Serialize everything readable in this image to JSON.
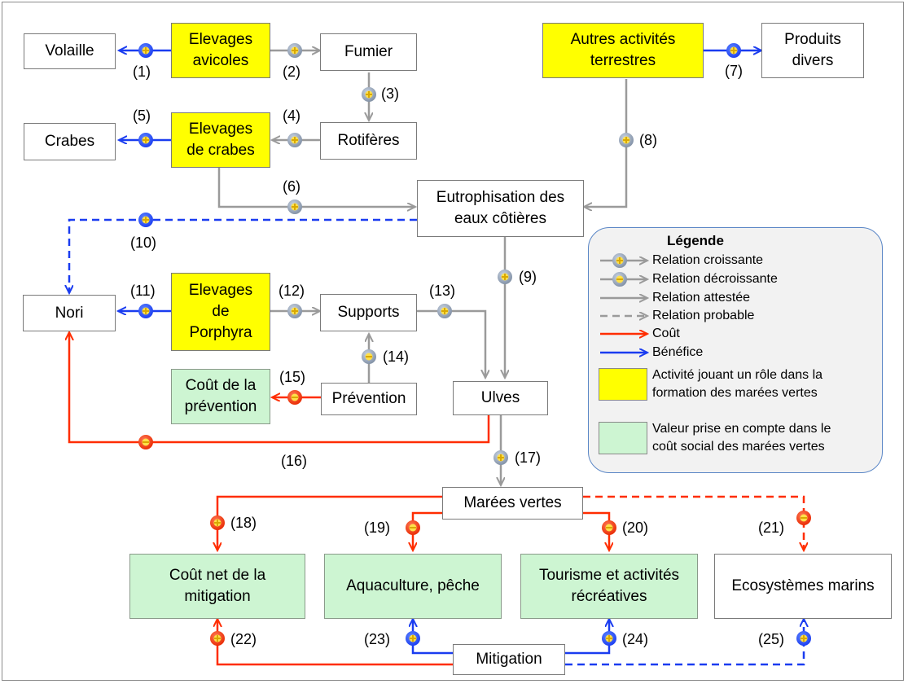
{
  "colors": {
    "activity": "#ffff00",
    "social_cost": "#cdf5d2",
    "cost": "#ff2d00",
    "benefit": "#1a3cf0",
    "relation": "#9a9a9a"
  },
  "nodes": {
    "volaille": "Volaille",
    "elevages_avicoles": "Elevages\navicoles",
    "fumier": "Fumier",
    "autres_activites": "Autres activités\nterrestres",
    "produits_divers": "Produits\ndivers",
    "crabes": "Crabes",
    "elevages_crabes": "Elevages\nde crabes",
    "rotiferes": "Rotifères",
    "eutrophisation": "Eutrophisation des\neaux côtières",
    "nori": "Nori",
    "elevages_porphyra": "Elevages\nde\nPorphyra",
    "supports": "Supports",
    "cout_prevention": "Coût de la\nprévention",
    "prevention": "Prévention",
    "ulves": "Ulves",
    "marees_vertes": "Marées vertes",
    "cout_mitigation": "Coût net de la\nmitigation",
    "aquaculture": "Aquaculture, pêche",
    "tourisme": "Tourisme et activités\nrécréatives",
    "ecosystemes": "Ecosystèmes marins",
    "mitigation": "Mitigation"
  },
  "edge_labels": [
    "(1)",
    "(2)",
    "(3)",
    "(4)",
    "(5)",
    "(6)",
    "(7)",
    "(8)",
    "(9)",
    "(10)",
    "(11)",
    "(12)",
    "(13)",
    "(14)",
    "(15)",
    "(16)",
    "(17)",
    "(18)",
    "(19)",
    "(20)",
    "(21)",
    "(22)",
    "(23)",
    "(24)",
    "(25)"
  ],
  "legend": {
    "title": "Légende",
    "items": {
      "croissante": "Relation croissante",
      "decroissante": "Relation décroissante",
      "attestee": "Relation attestée",
      "probable": "Relation probable",
      "cout": "Coût",
      "benefice": "Bénéfice",
      "activite": "Activité jouant un rôle dans la\nformation des marées vertes",
      "valeur": "Valeur prise en compte dans le\ncoût social des marées vertes"
    }
  }
}
